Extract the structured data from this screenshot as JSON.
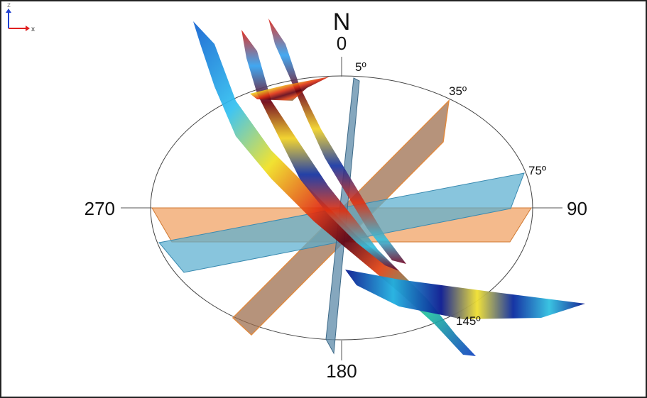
{
  "compass": {
    "north_letter": "N",
    "bearing_0": "0",
    "bearing_90": "90",
    "bearing_180": "180",
    "bearing_270": "270"
  },
  "plane_angles": {
    "a5": "5º",
    "a35": "35º",
    "a75": "75º",
    "a145": "145º"
  },
  "triad": {
    "x": "x",
    "z": "z"
  },
  "colors": {
    "orange_plane": "#f0a060",
    "blue_plane": "#5aaed0",
    "brown_plane": "#9a6a48",
    "grey_blue_plane": "#5c8aa8",
    "axis_x": "#e02020",
    "axis_z": "#2040d0"
  }
}
